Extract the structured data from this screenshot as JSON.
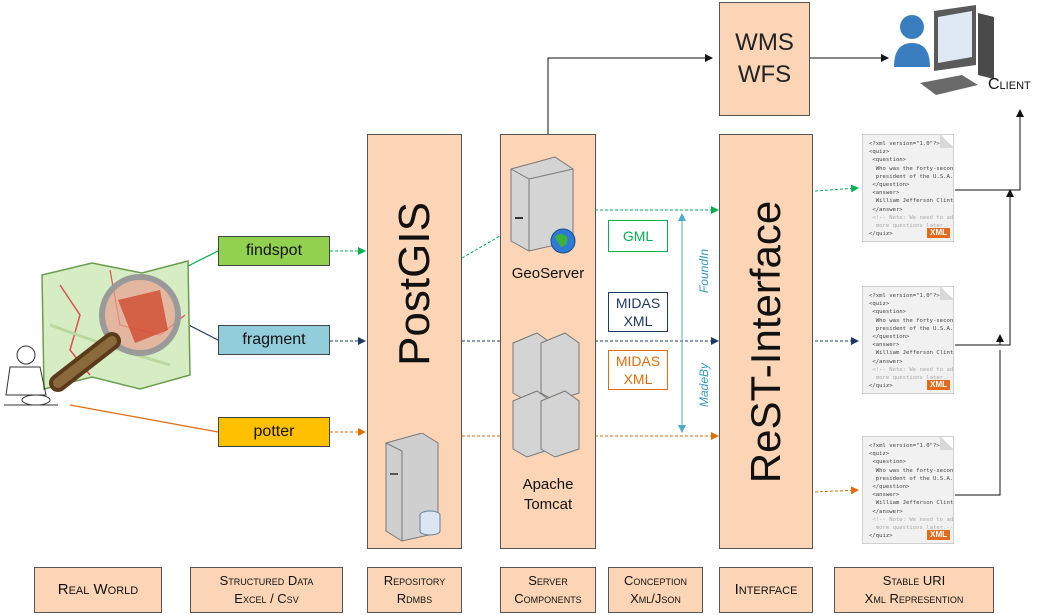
{
  "columns": {
    "real_world": "Real World",
    "structured_data": [
      "Structured Data",
      "Excel / Csv"
    ],
    "repository": [
      "Repository",
      "Rdmbs"
    ],
    "server_components": [
      "Server",
      "Components"
    ],
    "conception": [
      "Conception",
      "Xml/Json"
    ],
    "interface": "Interface",
    "stable_uri": [
      "Stable URI",
      "Xml Represention"
    ]
  },
  "entities": {
    "findspot": "findspot",
    "fragment": "fragment",
    "potter": "potter"
  },
  "repository_title": "PostGIS",
  "servers": {
    "geoserver": "GeoServer",
    "tomcat": [
      "Apache",
      "Tomcat"
    ]
  },
  "conception_boxes": {
    "gml": "GML",
    "midas_blue": [
      "MIDAS",
      "XML"
    ],
    "midas_orange": [
      "MIDAS",
      "XML"
    ]
  },
  "relations": {
    "found_in": "FoundIn",
    "made_by": "MadeBy"
  },
  "interface_title": "ReST-Interface",
  "services": [
    "WMS",
    "WFS"
  ],
  "client_label": "Client",
  "xml_doc": {
    "lines": [
      "<?xml version=\"1.0\"?>",
      "<quiz>",
      " <question>",
      "  Who was the forty-second",
      "  president of the U.S.A.?",
      " </question>",
      " <answer>",
      "  William Jefferson Clinton",
      " </answer>"
    ],
    "comment_lines": [
      " <!-- Note: We need to add",
      "  more questions later.-->"
    ],
    "closing": "</quiz>",
    "badge": "XML"
  },
  "colors": {
    "peach": "#fbd5b5",
    "findspot": "#92d050",
    "fragment": "#92cddc",
    "potter": "#ffc000",
    "green_line": "#00b050",
    "blue_line": "#1f3864",
    "orange_line": "#e26b0a",
    "relation_blue": "#4bacc6"
  }
}
